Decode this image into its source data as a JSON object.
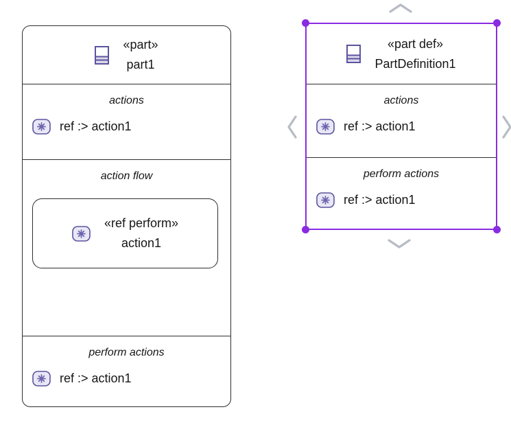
{
  "colors": {
    "selection": "#8a2be2",
    "node_border": "#2e2e2e",
    "icon_stroke": "#5b549e",
    "icon_fill": "#e9e7f6",
    "chevron": "#b7bbc3",
    "canvas_bg": "#ffffff"
  },
  "nodes": {
    "part1": {
      "stereotype": "«part»",
      "name": "part1",
      "compartments": {
        "actions": {
          "label": "actions",
          "item": "ref :> action1"
        },
        "action_flow": {
          "label": "action flow",
          "child": {
            "stereotype": "«ref perform»",
            "name": "action1"
          }
        },
        "perform_actions": {
          "label": "perform actions",
          "item": "ref :> action1"
        }
      }
    },
    "part_def": {
      "stereotype": "«part def»",
      "name": "PartDefinition1",
      "selected": true,
      "compartments": {
        "actions": {
          "label": "actions",
          "item": "ref :> action1"
        },
        "perform_actions": {
          "label": "perform actions",
          "item": "ref :> action1"
        }
      }
    }
  }
}
